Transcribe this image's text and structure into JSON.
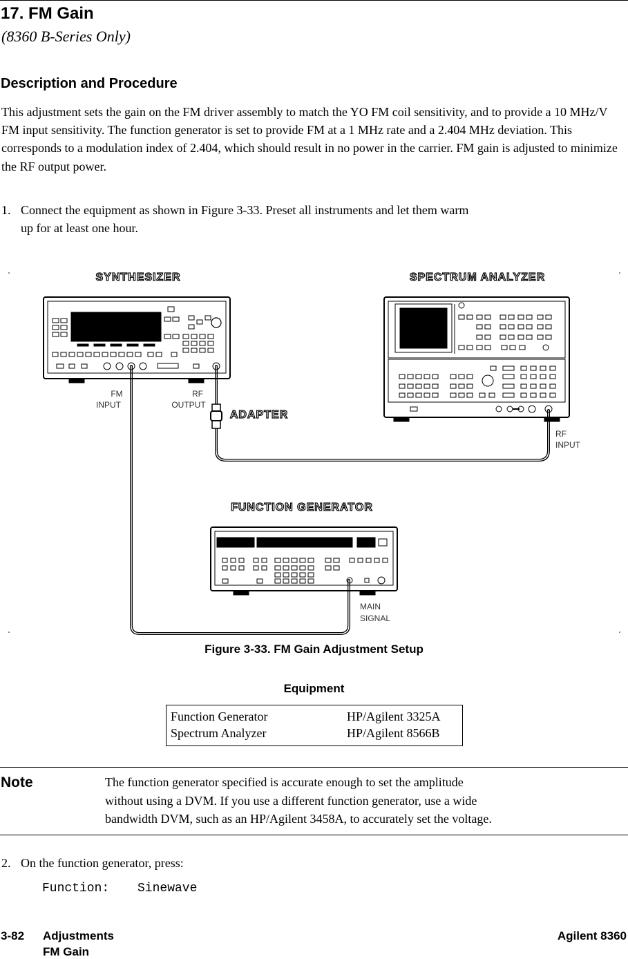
{
  "header": {
    "title": "17. FM Gain",
    "subtitle": "(8360 B-Series Only)"
  },
  "section": {
    "heading": "Description and Procedure",
    "paragraph": "This adjustment sets the gain on the FM driver assembly to match the YO FM coil sensitivity, and to provide a 10 MHz/V FM input sensitivity. The function generator is set to provide FM at a 1 MHz rate and a 2.404 MHz deviation. This corresponds to a modulation index of 2.404, which should result in no power in the carrier. FM gain is adjusted to minimize the RF output power."
  },
  "steps": [
    {
      "num": "1.",
      "line1": "Connect the equipment as shown in Figure 3-33. Preset all instruments and let them warm",
      "line2": "up for at least one hour."
    },
    {
      "num": "2.",
      "line1": "On the function generator, press:"
    }
  ],
  "figure": {
    "labels": {
      "synthesizer": "SYNTHESIZER",
      "spectrum_analyzer": "SPECTRUM ANALYZER",
      "function_generator": "FUNCTION GENERATOR",
      "adapter": "ADAPTER",
      "fm": "FM",
      "fm_input": "INPUT",
      "rf_out_1": "RF",
      "rf_out_2": "OUTPUT",
      "rf_in_1": "RF",
      "rf_in_2": "INPUT",
      "main_1": "MAIN",
      "main_2": "SIGNAL"
    },
    "caption": "Figure 3-33. FM Gain Adjustment Setup"
  },
  "equipment": {
    "title": "Equipment",
    "rows": [
      {
        "name": "Function Generator",
        "model": "HP/Agilent 3325A"
      },
      {
        "name": "Spectrum Analyzer",
        "model": "HP/Agilent 8566B"
      }
    ]
  },
  "note": {
    "label": "Note",
    "line1": "The function generator specified is accurate enough to set the amplitude",
    "line2": "without using a DVM. If you use a different function generator, use a wide",
    "line3": "bandwidth DVM, such as an HP/Agilent 3458A, to accurately set the voltage."
  },
  "keypress": {
    "key": "Function:",
    "value": "Sinewave"
  },
  "footer": {
    "page": "3-82",
    "section": "Adjustments",
    "subsection": "FM Gain",
    "product": "Agilent 8360"
  }
}
